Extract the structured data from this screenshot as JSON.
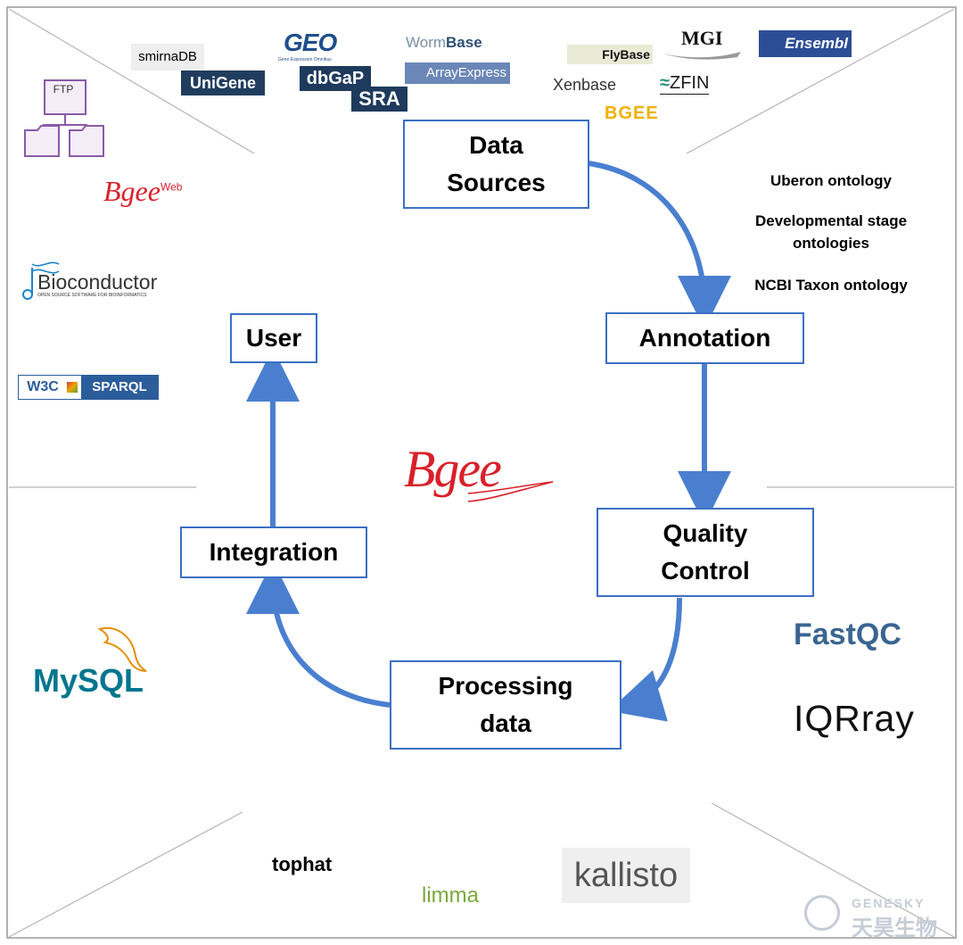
{
  "cycle": {
    "data_sources": "Data\nSources",
    "annotation": "Annotation",
    "quality_control": "Quality\nControl",
    "processing_data": "Processing\ndata",
    "integration": "Integration",
    "user": "User"
  },
  "center_logo": "Bgee",
  "logos": {
    "smirnadb": "smirnaDB",
    "unigene": "UniGene",
    "geo": "GEO",
    "geo_sub": "Gene Expression Omnibus",
    "dbgap": "dbGaP",
    "sra": "SRA",
    "wormbase_a": "Worm",
    "wormbase_b": "Base",
    "arrayexpress": "ArrayExpress",
    "flybase": "FlyBase",
    "xenbase": "Xenbase",
    "mgi": "MGI",
    "zfin": "ZFIN",
    "ensembl": "Ensembl",
    "bgee_db": "BGEE",
    "ftp": "FTP",
    "bgee_web": "Bgee",
    "bgee_web_sup": "Web",
    "bioconductor": "Bioconductor",
    "bioconductor_sub": "OPEN SOURCE SOFTWARE FOR BIOINFORMATICS",
    "w3c": "W3C",
    "sparql": "SPARQL",
    "mysql": "MySQL",
    "fastqc": "FastQC",
    "iqrray": "IQRray",
    "kallisto": "kallisto",
    "genesky": "GENESKY",
    "genesky_cn": "天昊生物"
  },
  "annotation_tools": [
    "Uberon ontology",
    "Developmental stage\nontologies",
    "NCBI Taxon ontology"
  ],
  "processing_tools": [
    "tophat",
    "limma"
  ],
  "colors": {
    "arrow": "#4a7fd0",
    "bgee_red": "#d9202a",
    "fastqc": "#3a6591",
    "mysql": "#00758f",
    "limma": "#7aa83a"
  }
}
